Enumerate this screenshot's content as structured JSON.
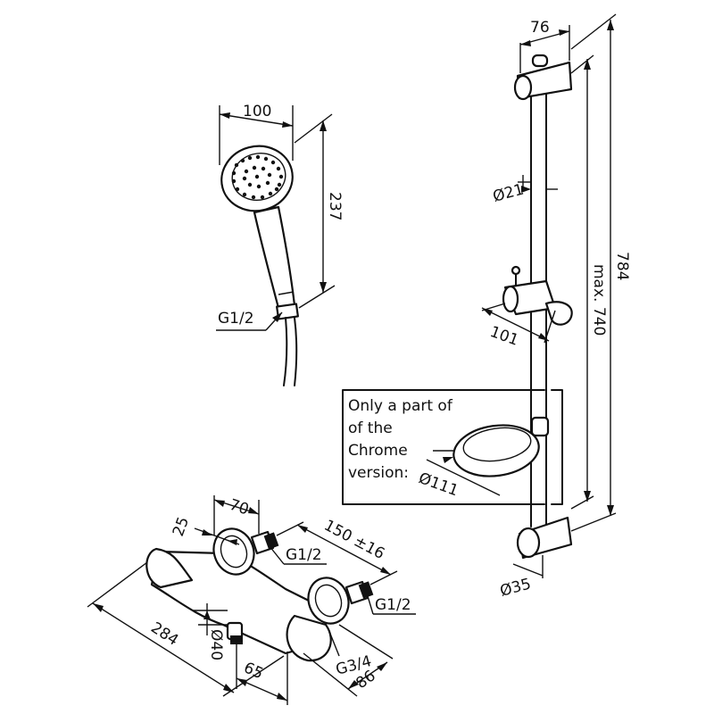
{
  "handshower": {
    "width": "100",
    "height": "237",
    "thread": "G1/2"
  },
  "rail": {
    "top_bracket": "76",
    "rod_diameter": "Ø21",
    "overall_height": "784",
    "slide_travel": "max. 740",
    "slider_depth": "101",
    "wall_bracket_diameter": "Ø35"
  },
  "soap_dish": {
    "note_lines": [
      "Only a part of",
      "of the",
      "Chrome",
      "version:"
    ],
    "diameter": "Ø111"
  },
  "mixer": {
    "depth_top": "70",
    "cap": "25",
    "centers": "150 ±16",
    "inlet_left": "G1/2",
    "inlet_right": "G1/2",
    "length": "284",
    "outlet_diameter": "Ø40",
    "outlet_offset": "65",
    "outlet_thread": "G3/4",
    "depth": "86"
  }
}
